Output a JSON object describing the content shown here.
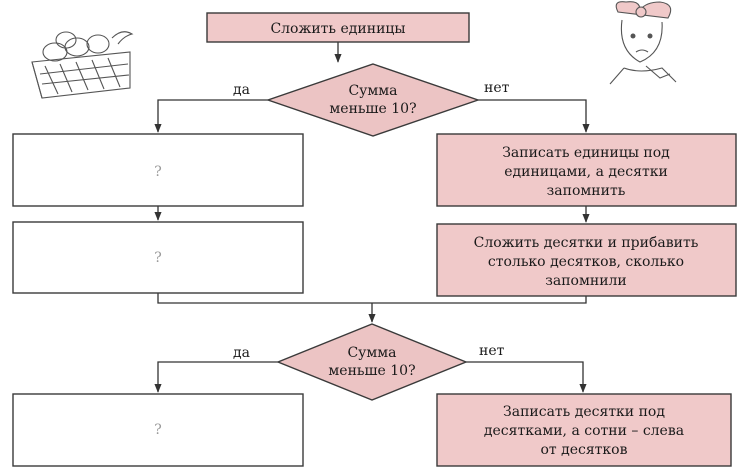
{
  "start": {
    "text": "Сложить единицы"
  },
  "decision1": {
    "line1": "Сумма",
    "line2": "меньше 10?",
    "yes": "да",
    "no": "нет"
  },
  "box_no1": {
    "line1": "Записать единицы под",
    "line2": "единицами, а десятки",
    "line3": "запомнить"
  },
  "box_no2": {
    "line1": "Сложить десятки и прибавить",
    "line2": "столько десятков, сколько",
    "line3": "запомнили"
  },
  "box_yes1": {
    "text": "?"
  },
  "box_yes2": {
    "text": "?"
  },
  "decision2": {
    "line1": "Сумма",
    "line2": "меньше 10?",
    "yes": "да",
    "no": "нет"
  },
  "box_no3": {
    "line1": "Записать десятки под",
    "line2": "десятками, а сотни – слева",
    "line3": "от десятков"
  },
  "box_yes3": {
    "text": "?"
  },
  "colors": {
    "box_fill": "#f0c9c9",
    "diamond_fill": "#ecc4c4",
    "stroke": "#3a3a3a"
  },
  "illustrations": [
    "basket-of-eggs",
    "doll-face-with-bow"
  ]
}
